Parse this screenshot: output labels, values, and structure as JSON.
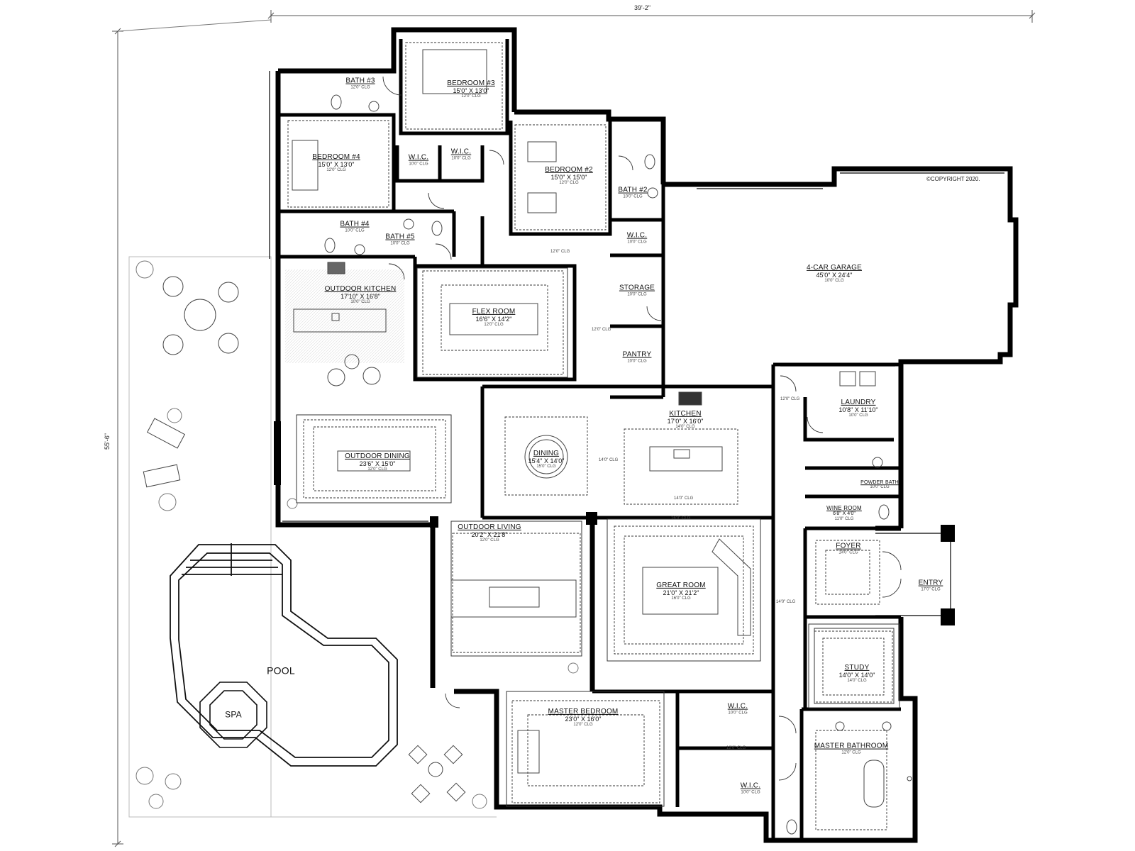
{
  "plan": {
    "overall_width": "39'-2\"",
    "overall_depth": "55'-6\"",
    "copyright": "©COPYRIGHT 2020.",
    "rooms": [
      {
        "id": "bath3",
        "name": "BATH #3",
        "dims": "",
        "ceiling": "12'0\" CLG"
      },
      {
        "id": "bedroom3",
        "name": "BEDROOM #3",
        "dims": "15'0\" X 13'0\"",
        "ceiling": "12'0\" CLG"
      },
      {
        "id": "bedroom4",
        "name": "BEDROOM #4",
        "dims": "15'0\" X 13'0\"",
        "ceiling": "12'0\" CLG"
      },
      {
        "id": "wic1",
        "name": "W.I.C.",
        "dims": "",
        "ceiling": "10'0\" CLG"
      },
      {
        "id": "wic2",
        "name": "W.I.C.",
        "dims": "",
        "ceiling": "10'0\" CLG"
      },
      {
        "id": "bedroom2",
        "name": "BEDROOM #2",
        "dims": "15'0\" X 15'0\"",
        "ceiling": "12'0\" CLG"
      },
      {
        "id": "bath2",
        "name": "BATH #2",
        "dims": "",
        "ceiling": "10'0\" CLG"
      },
      {
        "id": "bath4",
        "name": "BATH #4",
        "dims": "",
        "ceiling": "10'0\" CLG"
      },
      {
        "id": "bath5",
        "name": "BATH #5",
        "dims": "",
        "ceiling": "10'0\" CLG"
      },
      {
        "id": "wic3",
        "name": "W.I.C.",
        "dims": "",
        "ceiling": "10'0\" CLG"
      },
      {
        "id": "garage",
        "name": "4-CAR GARAGE",
        "dims": "45'0\" X 24'4\"",
        "ceiling": "10'0\" CLG"
      },
      {
        "id": "outkitchen",
        "name": "OUTDOOR KITCHEN",
        "dims": "17'10\" X 16'8\"",
        "ceiling": "10'0\" CLG"
      },
      {
        "id": "flexroom",
        "name": "FLEX ROOM",
        "dims": "16'6\" X 14'2\"",
        "ceiling": "12'0\" CLG"
      },
      {
        "id": "storage",
        "name": "STORAGE",
        "dims": "",
        "ceiling": "10'0\" CLG"
      },
      {
        "id": "pantry",
        "name": "PANTRY",
        "dims": "",
        "ceiling": "10'0\" CLG"
      },
      {
        "id": "laundry",
        "name": "LAUNDRY",
        "dims": "10'8\" X 11'10\"",
        "ceiling": "10'0\" CLG"
      },
      {
        "id": "kitchen",
        "name": "KITCHEN",
        "dims": "17'0\" X 16'0\"",
        "ceiling": "14'0\" CLG"
      },
      {
        "id": "outdining",
        "name": "OUTDOOR DINING",
        "dims": "23'6\" X 15'0\"",
        "ceiling": "12'0\" CLG"
      },
      {
        "id": "dining",
        "name": "DINING",
        "dims": "15'4\" X 14'0\"",
        "ceiling": "15'0\" CLG"
      },
      {
        "id": "powder",
        "name": "POWDER BATH",
        "dims": "",
        "ceiling": "10'0\" CLG"
      },
      {
        "id": "wineroom",
        "name": "WINE ROOM",
        "dims": "6'8\" X 4'0\"",
        "ceiling": "11'0\" CLG"
      },
      {
        "id": "outliving",
        "name": "OUTDOOR LIVING",
        "dims": "20'2\" X 21'8\"",
        "ceiling": "12'0\" CLG"
      },
      {
        "id": "greatroom",
        "name": "GREAT ROOM",
        "dims": "21'0\" X 21'2\"",
        "ceiling": "16'0\" CLG"
      },
      {
        "id": "foyer",
        "name": "FOYER",
        "dims": "",
        "ceiling": "14'0\" CLG"
      },
      {
        "id": "entry",
        "name": "ENTRY",
        "dims": "",
        "ceiling": "17'0\" CLG"
      },
      {
        "id": "study",
        "name": "STUDY",
        "dims": "14'0\" X 14'0\"",
        "ceiling": "14'0\" CLG"
      },
      {
        "id": "pool",
        "name": "POOL",
        "dims": "",
        "ceiling": ""
      },
      {
        "id": "spa",
        "name": "SPA",
        "dims": "",
        "ceiling": ""
      },
      {
        "id": "masterbed",
        "name": "MASTER BEDROOM",
        "dims": "23'0\" X 16'0\"",
        "ceiling": "12'0\" CLG"
      },
      {
        "id": "wic4",
        "name": "W.I.C.",
        "dims": "",
        "ceiling": "10'0\" CLG"
      },
      {
        "id": "wic5",
        "name": "W.I.C.",
        "dims": "",
        "ceiling": "10'0\" CLG"
      },
      {
        "id": "masterbath",
        "name": "MASTER BATHROOM",
        "dims": "",
        "ceiling": "12'0\" CLG"
      }
    ],
    "hall_ceilings": {
      "hall_upper": "12'0\" CLG",
      "hall_mid": "12'0\" CLG",
      "hall_laundry": "12'0\" CLG",
      "hall_dining": "14'0\" CLG",
      "hall_gallery": "14'0\" CLG",
      "hall_master": "12'0\" CLG",
      "kitchen_lower": "14'0\" CLG",
      "great_upper": "16'0\" CLG"
    }
  }
}
